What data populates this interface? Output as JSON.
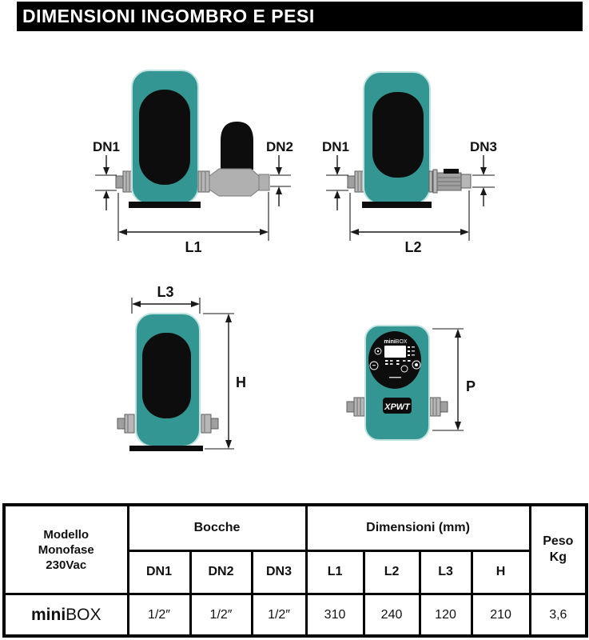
{
  "title_bar": {
    "title": "DIMENSIONI INGOMBRO E PESI"
  },
  "colors": {
    "teal": "#339692",
    "teal_edge": "#bfe3e1",
    "black": "#0d0d0d",
    "metal_light": "#b7b7b7",
    "metal_mid": "#9f9f9f",
    "metal_dark": "#5c5c5c",
    "valve_gray": "#b0b0b0"
  },
  "diagrams": {
    "pump_tank_view": {
      "dn1_label": "DN1",
      "dn2_label": "DN2",
      "length_label": "L1"
    },
    "pump_valve_view": {
      "dn1_label": "DN1",
      "dn3_label": "DN3",
      "length_label": "L2"
    },
    "profile_view": {
      "width_label": "L3",
      "height_label": "H"
    },
    "front_view": {
      "depth_label": "P",
      "panel_brand_bold": "mini",
      "panel_brand_rest": "BOX",
      "device_brand": "XPWT"
    }
  },
  "table": {
    "model_header": "Modello\nMonofase\n230Vac",
    "bocche_header": "Bocche",
    "dimensioni_header": "Dimensioni (mm)",
    "peso_header": "Peso\nKg",
    "sub_headers": [
      "DN1",
      "DN2",
      "DN3",
      "L1",
      "L2",
      "L3",
      "H"
    ],
    "row": {
      "model_bold": "mini",
      "model_rest": "BOX",
      "dn1": "1/2″",
      "dn2": "1/2″",
      "dn3": "1/2″",
      "l1": "310",
      "l2": "240",
      "l3": "120",
      "h": "210",
      "peso": "3,6"
    }
  }
}
